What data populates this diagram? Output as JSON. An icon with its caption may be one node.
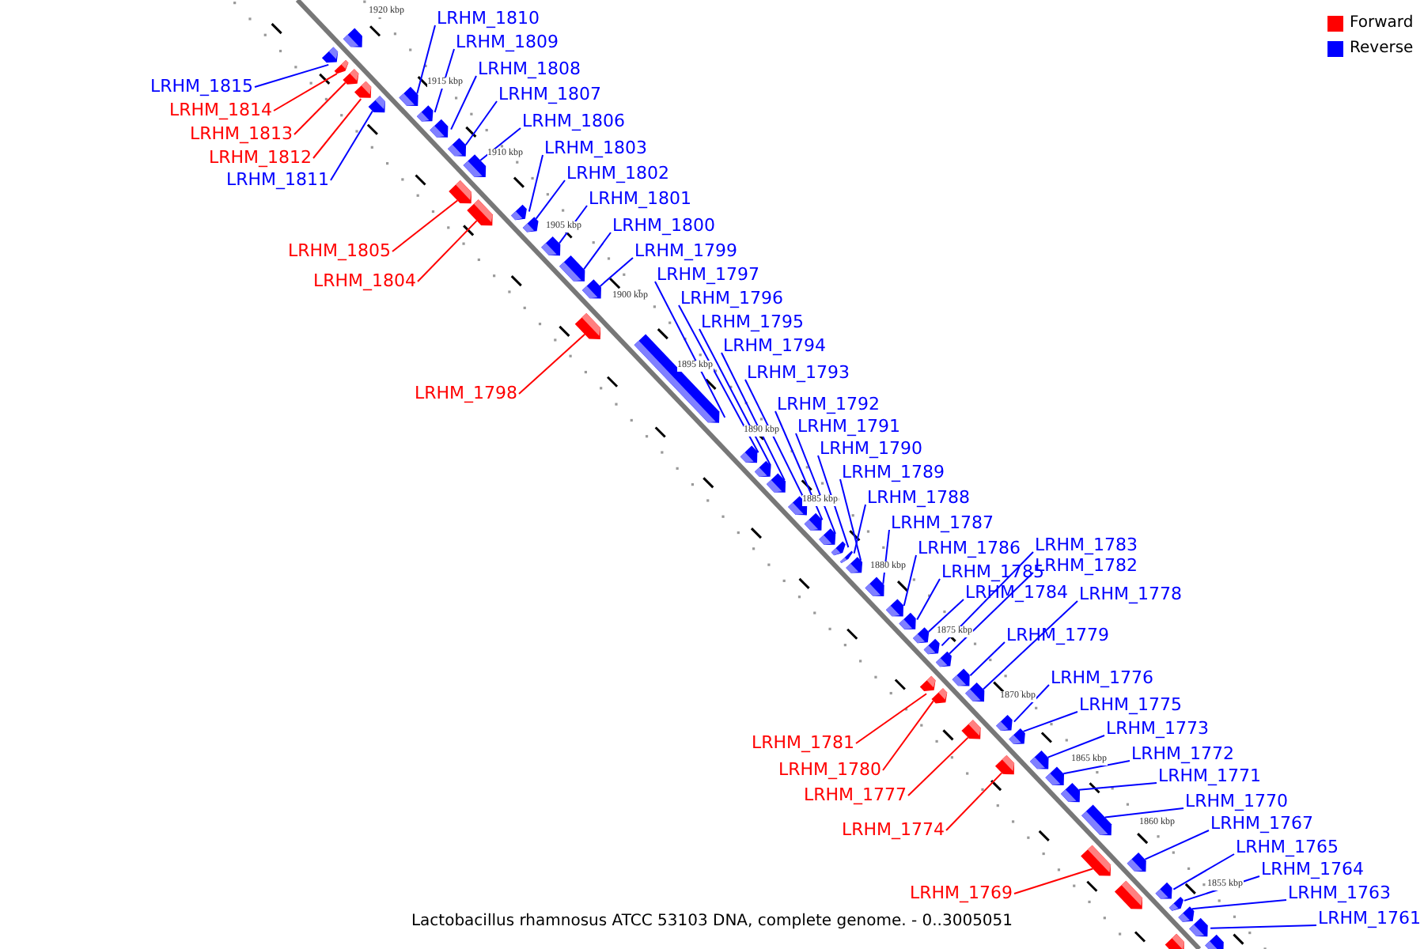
{
  "diagram": {
    "caption": "Lactobacillus rhamnosus ATCC 53103 DNA, complete genome. - 0..3005051",
    "nodes": [
      {
        "text": [
          "LRHM_1810"
        ]
      },
      {
        "text": [
          "LRHM_1809"
        ]
      },
      {
        "text": [
          "LRHM_1808"
        ]
      },
      {
        "text": [
          "LRHM_1815"
        ]
      },
      {
        "text": [
          "LRHM_1807"
        ]
      },
      {
        "text": [
          "LRHM_1814"
        ]
      },
      {
        "text": [
          "LRHM_1806"
        ]
      },
      {
        "text": [
          "LRHM_1813"
        ]
      },
      {
        "text": [
          "LRHM_1803"
        ]
      },
      {
        "text": [
          "LRHM_1812"
        ]
      },
      {
        "text": [
          "LRHM_1802"
        ]
      },
      {
        "text": [
          "LRHM_1811"
        ]
      },
      {
        "text": [
          "LRHM_1801"
        ]
      },
      {
        "text": [
          "LRHM_1800"
        ]
      },
      {
        "text": [
          "LRHM_1805"
        ]
      },
      {
        "text": [
          "LRHM_1799"
        ]
      },
      {
        "text": [
          "LRHM_1797"
        ]
      },
      {
        "text": [
          "LRHM_1804"
        ]
      },
      {
        "text": [
          "LRHM_1796"
        ]
      },
      {
        "text": [
          "LRHM_1795"
        ]
      },
      {
        "text": [
          "LRHM_1794"
        ]
      },
      {
        "text": [
          "LRHM_1793"
        ]
      },
      {
        "text": [
          "LRHM_1798"
        ]
      },
      {
        "text": [
          "LRHM_1792"
        ]
      },
      {
        "text": [
          "LRHM_1791"
        ]
      },
      {
        "text": [
          "LRHM_1790"
        ]
      },
      {
        "text": [
          "LRHM_1789"
        ]
      },
      {
        "text": [
          "LRHM_1788"
        ]
      },
      {
        "text": [
          "LRHM_1787"
        ]
      },
      {
        "text": [
          "LRHM_1783"
        ]
      },
      {
        "text": [
          "LRHM_1786"
        ]
      },
      {
        "text": [
          "LRHM_1782"
        ]
      },
      {
        "text": [
          "LRHM_1785"
        ]
      },
      {
        "text": [
          "LRHM_1784"
        ]
      },
      {
        "text": [
          "LRHM_1778"
        ]
      },
      {
        "text": [
          "LRHM_1779"
        ]
      },
      {
        "text": [
          "LRHM_1776"
        ]
      },
      {
        "text": [
          "LRHM_1775"
        ]
      },
      {
        "text": [
          "LRHM_1773"
        ]
      },
      {
        "text": [
          "LRHM_1781"
        ]
      },
      {
        "text": [
          "LRHM_1772"
        ]
      },
      {
        "text": [
          "LRHM_1780"
        ]
      },
      {
        "text": [
          "LRHM_1771"
        ]
      },
      {
        "text": [
          "LRHM_1777"
        ]
      },
      {
        "text": [
          "LRHM_1770"
        ]
      },
      {
        "text": [
          "LRHM_1767"
        ]
      },
      {
        "text": [
          "LRHM_1774"
        ]
      },
      {
        "text": [
          "LRHM_1765"
        ]
      },
      {
        "text": [
          "LRHM_1764"
        ]
      },
      {
        "text": [
          "LRHM_1769"
        ]
      },
      {
        "text": [
          "LRHM_1763"
        ]
      },
      {
        "text": [
          "LRHM_1761"
        ]
      },
      {
        "text": [],
        "shape": "arrow"
      },
      {
        "text": [],
        "shape": "arrow"
      },
      {
        "text": [],
        "shape": "arrow"
      },
      {
        "text": [],
        "shape": "arrow"
      },
      {
        "text": [],
        "shape": "arrow"
      },
      {
        "text": [],
        "shape": "arrow"
      },
      {
        "text": [],
        "shape": "arrow"
      },
      {
        "text": [],
        "shape": "arrow"
      },
      {
        "text": [],
        "shape": "arrow"
      },
      {
        "text": [],
        "shape": "arrow"
      },
      {
        "text": [],
        "shape": "arrow"
      },
      {
        "text": [],
        "shape": "arrow"
      },
      {
        "text": [],
        "shape": "arrow"
      },
      {
        "text": [],
        "shape": "arrow"
      },
      {
        "text": [],
        "shape": "arrow"
      },
      {
        "text": [],
        "shape": "arrow"
      },
      {
        "text": [],
        "shape": "arrow"
      },
      {
        "text": [],
        "shape": "arrow"
      },
      {
        "text": [],
        "shape": "arrow"
      },
      {
        "text": [],
        "shape": "arrow"
      },
      {
        "text": [],
        "shape": "arrow"
      },
      {
        "text": [],
        "shape": "arrow"
      },
      {
        "text": [],
        "shape": "arrow"
      },
      {
        "text": [],
        "shape": "arrow"
      },
      {
        "text": [],
        "shape": "arrow"
      },
      {
        "text": [],
        "shape": "arrow"
      },
      {
        "text": [],
        "shape": "arrow"
      },
      {
        "text": [],
        "shape": "arrow"
      },
      {
        "text": [],
        "shape": "arrow"
      },
      {
        "text": [],
        "shape": "arrow"
      },
      {
        "text": [],
        "shape": "arrow"
      },
      {
        "text": [],
        "shape": "arrow"
      },
      {
        "text": [],
        "shape": "arrow"
      },
      {
        "text": [],
        "shape": "arrow"
      },
      {
        "text": [],
        "shape": "arrow"
      },
      {
        "text": [],
        "shape": "arrow"
      },
      {
        "text": [],
        "shape": "arrow"
      },
      {
        "text": [],
        "shape": "arrow"
      },
      {
        "text": [],
        "shape": "arrow"
      },
      {
        "text": [],
        "shape": "arrow"
      },
      {
        "text": [],
        "shape": "arrow"
      },
      {
        "text": [],
        "shape": "arrow"
      },
      {
        "text": [],
        "shape": "arrow"
      },
      {
        "text": [],
        "shape": "arrow"
      },
      {
        "text": [],
        "shape": "arrow"
      },
      {
        "text": [],
        "shape": "arrow"
      },
      {
        "text": [],
        "shape": "arrow"
      },
      {
        "text": [],
        "shape": "arrow"
      },
      {
        "text": [],
        "shape": "arrow"
      },
      {
        "text": [],
        "shape": "arrow"
      },
      {
        "text": [],
        "shape": "arrow"
      },
      {
        "text": [],
        "shape": "arrow"
      },
      {
        "text": [],
        "shape": "arrow"
      },
      {
        "text": [],
        "shape": "arrow"
      },
      {
        "text": [],
        "shape": "arrow"
      },
      {
        "text": [],
        "shape": "arrow"
      }
    ],
    "edges": [
      {
        "from": 0,
        "to": 52,
        "arrow": "none"
      },
      {
        "from": 1,
        "to": 53,
        "arrow": "none"
      },
      {
        "from": 2,
        "to": 54,
        "arrow": "none"
      },
      {
        "from": 3,
        "to": 55,
        "arrow": "none"
      },
      {
        "from": 4,
        "to": 56,
        "arrow": "none"
      },
      {
        "from": 5,
        "to": 57,
        "arrow": "none",
        "color": "#ff0000"
      },
      {
        "from": 6,
        "to": 58,
        "arrow": "none"
      },
      {
        "from": 7,
        "to": 59,
        "arrow": "none",
        "color": "#ff0000"
      },
      {
        "from": 8,
        "to": 60,
        "arrow": "none"
      },
      {
        "from": 9,
        "to": 61,
        "arrow": "none",
        "color": "#ff0000"
      },
      {
        "from": 10,
        "to": 62,
        "arrow": "none"
      },
      {
        "from": 11,
        "to": 63,
        "arrow": "none"
      },
      {
        "from": 12,
        "to": 64,
        "arrow": "none"
      },
      {
        "from": 13,
        "to": 65,
        "arrow": "none"
      },
      {
        "from": 14,
        "to": 66,
        "arrow": "none",
        "color": "#ff0000"
      },
      {
        "from": 15,
        "to": 67,
        "arrow": "none"
      },
      {
        "from": 16,
        "to": 68,
        "arrow": "none"
      },
      {
        "from": 17,
        "to": 69,
        "arrow": "none",
        "color": "#ff0000"
      },
      {
        "from": 18,
        "to": 70,
        "arrow": "none"
      },
      {
        "from": 19,
        "to": 71,
        "arrow": "none"
      },
      {
        "from": 20,
        "to": 72,
        "arrow": "none"
      },
      {
        "from": 21,
        "to": 73,
        "arrow": "none"
      },
      {
        "from": 22,
        "to": 74,
        "arrow": "none",
        "color": "#ff0000"
      },
      {
        "from": 23,
        "to": 75,
        "arrow": "none"
      },
      {
        "from": 24,
        "to": 76,
        "arrow": "none"
      },
      {
        "from": 25,
        "to": 77,
        "arrow": "none"
      },
      {
        "from": 26,
        "to": 78,
        "arrow": "none"
      },
      {
        "from": 27,
        "to": 79,
        "arrow": "none"
      },
      {
        "from": 28,
        "to": 80,
        "arrow": "none"
      },
      {
        "from": 29,
        "to": 81,
        "arrow": "none"
      },
      {
        "from": 30,
        "to": 82,
        "arrow": "none"
      },
      {
        "from": 31,
        "to": 83,
        "arrow": "none"
      },
      {
        "from": 32,
        "to": 84,
        "arrow": "none"
      },
      {
        "from": 33,
        "to": 85,
        "arrow": "none"
      },
      {
        "from": 34,
        "to": 86,
        "arrow": "none"
      },
      {
        "from": 35,
        "to": 87,
        "arrow": "none"
      },
      {
        "from": 36,
        "to": 88,
        "arrow": "none"
      },
      {
        "from": 37,
        "to": 89,
        "arrow": "none"
      },
      {
        "from": 38,
        "to": 90,
        "arrow": "none"
      },
      {
        "from": 39,
        "to": 91,
        "arrow": "none",
        "color": "#ff0000"
      },
      {
        "from": 40,
        "to": 92,
        "arrow": "none"
      },
      {
        "from": 41,
        "to": 93,
        "arrow": "none",
        "color": "#ff0000"
      },
      {
        "from": 42,
        "to": 94,
        "arrow": "none"
      },
      {
        "from": 43,
        "to": 95,
        "arrow": "none",
        "color": "#ff0000"
      },
      {
        "from": 44,
        "to": 96,
        "arrow": "none"
      },
      {
        "from": 45,
        "to": 97,
        "arrow": "none"
      },
      {
        "from": 46,
        "to": 98,
        "arrow": "none",
        "color": "#ff0000"
      },
      {
        "from": 47,
        "to": 99,
        "arrow": "none"
      },
      {
        "from": 48,
        "to": 100,
        "arrow": "none"
      },
      {
        "from": 49,
        "to": 101,
        "arrow": "none",
        "color": "#ff0000"
      },
      {
        "from": 50,
        "to": 102,
        "arrow": "none"
      },
      {
        "from": 51,
        "to": 103,
        "arrow": "none"
      }
    ],
    "labels": [
      "1920 kbp",
      "1915 kbp",
      "1910 kbp",
      "1905 kbp",
      "1900 kbp",
      "1895 kbp",
      "1890 kbp",
      "1885 kbp",
      "1880 kbp",
      "1875 kbp",
      "1870 kbp",
      "1865 kbp",
      "1860 kbp",
      "1855 kbp"
    ],
    "legend": [
      {
        "text": "Forward",
        "color": "#ff0000"
      },
      {
        "text": "Reverse",
        "color": "#0000ff"
      }
    ]
  }
}
